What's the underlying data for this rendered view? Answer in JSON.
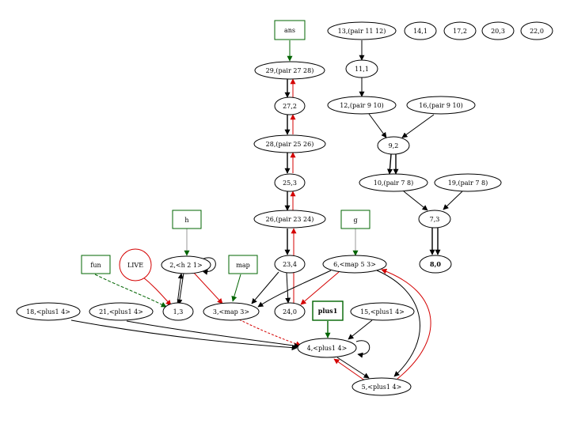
{
  "colors": {
    "black": "#000000",
    "red": "#d40000",
    "green": "#006400",
    "grey": "#999999"
  },
  "nodes": {
    "ans": "ans",
    "n13": "13,(pair 11 12)",
    "n14": "14,1",
    "n17": "17,2",
    "n20": "20,3",
    "n22": "22,0",
    "n29": "29,(pair 27 28)",
    "n11": "11,1",
    "n27": "27,2",
    "n12": "12,(pair 9 10)",
    "n16": "16,(pair 9 10)",
    "n28": "28,(pair 25 26)",
    "n9": "9,2",
    "n25": "25,3",
    "n10": "10,(pair 7 8)",
    "n19": "19,(pair 7 8)",
    "h": "h",
    "g": "g",
    "n26": "26,(pair 23 24)",
    "n7": "7,3",
    "fun": "fun",
    "live": "LIVE",
    "n2": "2,<h 2 1>",
    "map": "map",
    "n23": "23,4",
    "n6": "6,<map 5 3>",
    "n8": "8,0",
    "n18": "18,<plus1 4>",
    "n21": "21,<plus1 4>",
    "n1": "1,3",
    "n3": "3,<map 3>",
    "n24": "24,0",
    "plus1": "plus1",
    "n15": "15,<plus1 4>",
    "n4": "4,<plus1 4>",
    "n5": "5,<plus1 4>"
  }
}
